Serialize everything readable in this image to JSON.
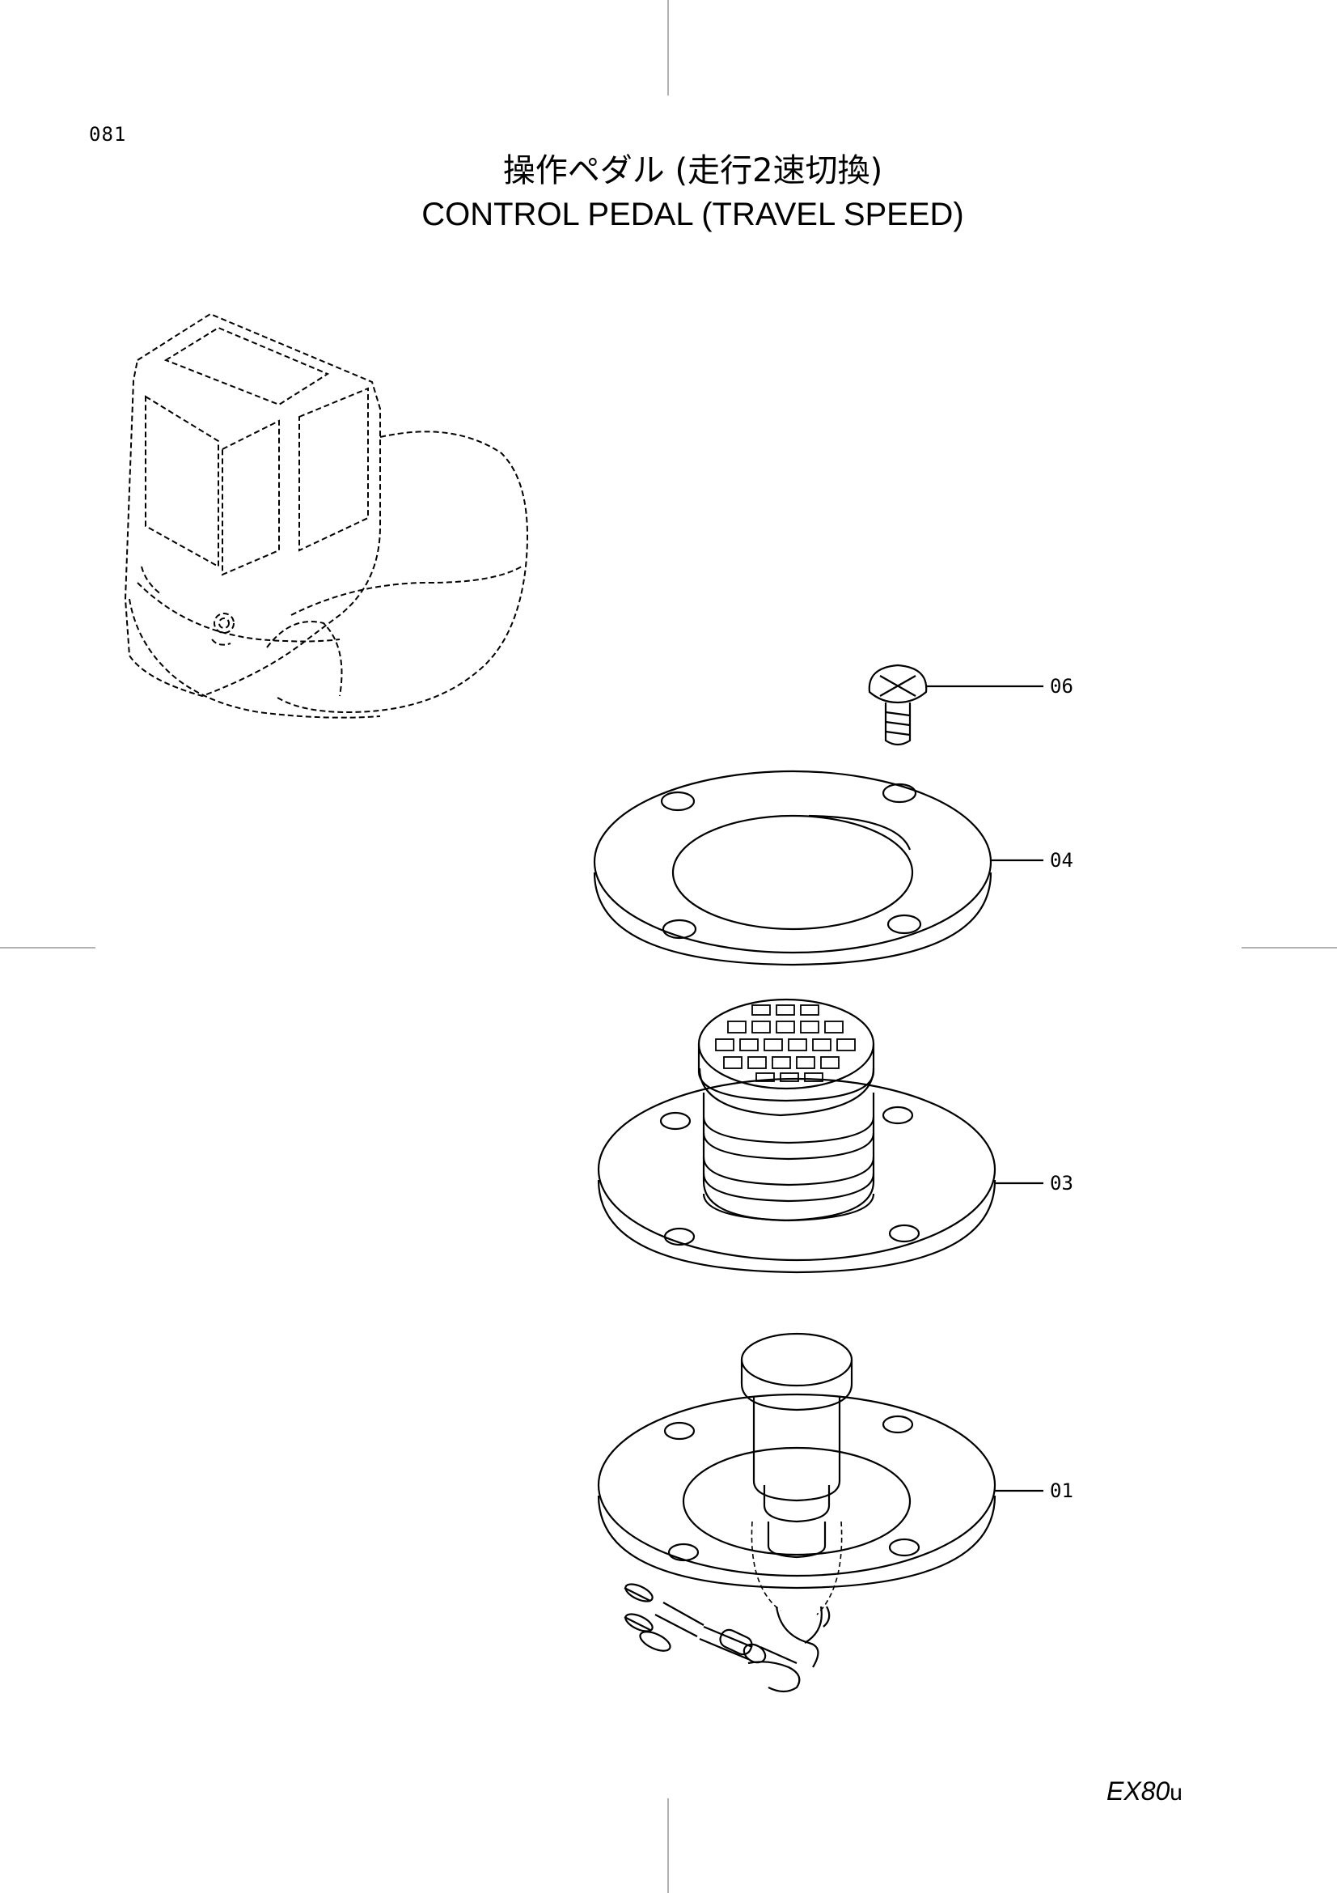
{
  "page_number": "081",
  "title": {
    "japanese": "操作ペダル (走行2速切換)",
    "english": "CONTROL  PEDAL  (TRAVEL SPEED)"
  },
  "model": {
    "name": "EX80",
    "suffix": "u"
  },
  "callouts": [
    {
      "id": "06",
      "label": "06"
    },
    {
      "id": "04",
      "label": "04"
    },
    {
      "id": "03",
      "label": "03"
    },
    {
      "id": "01",
      "label": "01"
    }
  ],
  "colors": {
    "line": "#000000",
    "background": "#ffffff"
  }
}
